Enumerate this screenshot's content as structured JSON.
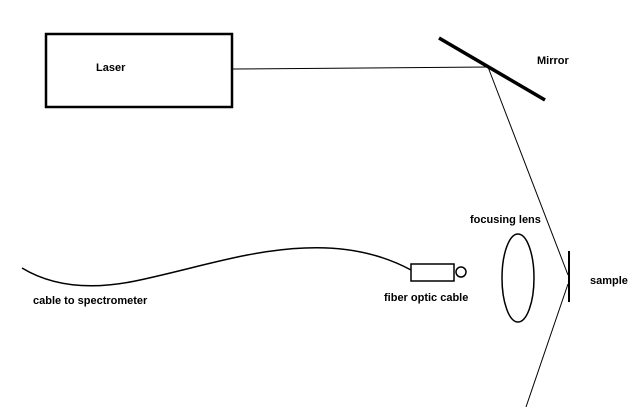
{
  "labels": {
    "laser": "Laser",
    "mirror": "Mirror",
    "focusing_lens": "focusing lens",
    "sample": "sample",
    "fiber_optic_cable": "fiber optic cable",
    "cable_to_spectrometer": "cable to spectrometer"
  },
  "colors": {
    "stroke": "#000000",
    "background": "#ffffff"
  }
}
